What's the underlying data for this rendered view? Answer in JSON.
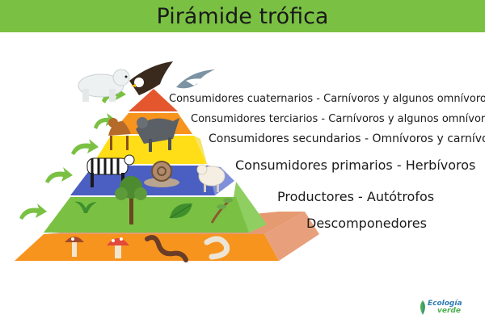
{
  "header": {
    "title": "Pirámide trófica"
  },
  "levels": [
    {
      "label": "Consumidores cuaternarios -  Carnívoros y algunos omnívoros",
      "color": "#e4572e"
    },
    {
      "label": "Consumidores terciarios -  Carnívoros y algunos omnívoros",
      "color": "#f7941d"
    },
    {
      "label": "Consumidores secundarios - Omnívoros y carnívoros",
      "color": "#ffde17"
    },
    {
      "label": "Consumidores primarios - Herbívoros",
      "color": "#4a5fc1"
    },
    {
      "label": "Productores - Autótrofos",
      "color": "#7ac143"
    },
    {
      "label": "Descomponedores",
      "color": "#f7941d"
    }
  ],
  "logo": {
    "line1": "Ecología",
    "line2": "verde"
  },
  "icons": [
    "polar-bear-icon",
    "eagle-icon",
    "shark-icon",
    "wolf-icon",
    "fox-icon",
    "zebra-icon",
    "snail-icon",
    "sheep-icon",
    "sprout-icon",
    "tree-icon",
    "leaf-icon",
    "branch-icon",
    "mushroom-icon",
    "worm-icon",
    "larva-icon",
    "arrow-icon"
  ]
}
